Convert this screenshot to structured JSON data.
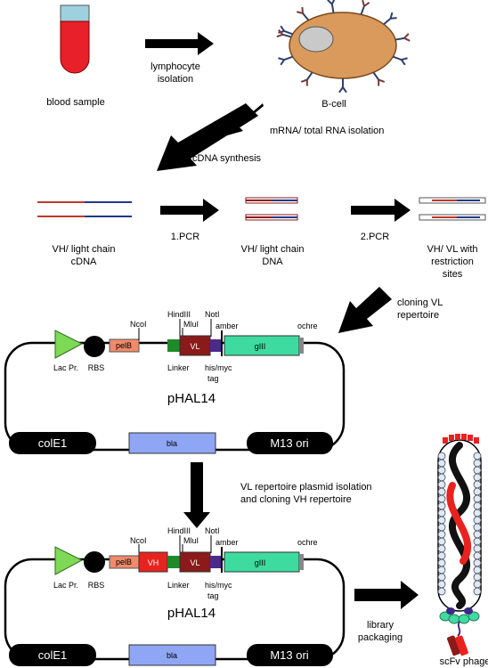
{
  "top": {
    "blood_sample": "blood sample",
    "lymphocyte_isolation": [
      "lymphocyte",
      "isolation"
    ],
    "b_cell": "B-cell",
    "rna_isolation": "mRNA/ total RNA isolation",
    "cdna_synthesis": "cDNA synthesis"
  },
  "pcr_row": {
    "cdna_label": [
      "VH/ light chain",
      "cDNA"
    ],
    "pcr1": "1.PCR",
    "dna_label": [
      "VH/ light chain",
      "DNA"
    ],
    "pcr2": "2.PCR",
    "restriction_label": [
      "VH/ VL with",
      "restriction",
      "sites"
    ],
    "cloning_vl": [
      "cloning VL",
      "repertoire"
    ]
  },
  "plasmid1": {
    "name": "pHAL14",
    "lac": "Lac Pr.",
    "rbs": "RBS",
    "pelb": "pelB",
    "ncoi": "NcoI",
    "hindiii": "HindIII",
    "mlui": "MluI",
    "noti": "NotI",
    "amber": "amber",
    "ochre": "ochre",
    "vl": "VL",
    "giii": "gIII",
    "linker": "Linker",
    "his_myc": [
      "his/myc",
      "tag"
    ],
    "cole1": "colE1",
    "bla": "bla",
    "m13": "M13 ori"
  },
  "middle": {
    "plasmid_isolation": [
      "VL repertoire plasmid isolation",
      "and cloning VH repertoire"
    ]
  },
  "plasmid2": {
    "name": "pHAL14",
    "lac": "Lac Pr.",
    "rbs": "RBS",
    "pelb": "pelB",
    "vh": "VH",
    "vl": "VL",
    "ncoi": "NcoI",
    "hindiii": "HindIII",
    "mlui": "MluI",
    "noti": "NotI",
    "amber": "amber",
    "ochre": "ochre",
    "giii": "gIII",
    "linker": "Linker",
    "his_myc": [
      "his/myc",
      "tag"
    ],
    "cole1": "colE1",
    "bla": "bla",
    "m13": "M13 ori"
  },
  "bottom": {
    "library_packaging": [
      "library",
      "packaging"
    ],
    "scfv_phage": "scFv phage"
  },
  "colors": {
    "blood_red": "#e8202a",
    "tube_cap": "#9fd0df",
    "cell_body": "#d99a5c",
    "nucleus": "#c9c9c9",
    "strand_red": "#c0392b",
    "strand_blue": "#1f3a8a",
    "lac_green": "#7ed957",
    "pelb": "#f08a6a",
    "linker_green": "#1f8a2a",
    "vl_brown": "#8b1a1a",
    "vh_red": "#e8231f",
    "tag_purple": "#4b2a8a",
    "giii": "#3ddba0",
    "bla": "#8fa6f5",
    "pill_bg": "#000000"
  }
}
